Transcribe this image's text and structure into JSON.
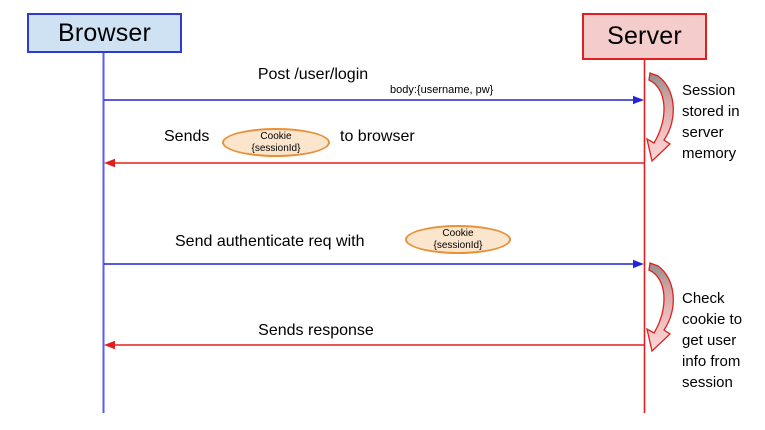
{
  "colors": {
    "text": "#000000",
    "blue-arrow": "#2424d6",
    "red-arrow": "#e01f1f",
    "browser-lifeline": "#5b5bef",
    "browser-box-fill": "#cfe2f3",
    "browser-box-border": "#2d3bcf",
    "server-box-fill": "#f4cccc",
    "server-box-border": "#e02020",
    "ellipse-fill": "#fce5cd",
    "ellipse-border": "#e69138"
  },
  "actors": {
    "browser": {
      "label": "Browser"
    },
    "server": {
      "label": "Server"
    }
  },
  "messages": {
    "login": {
      "label": "Post /user/login",
      "sublabel": "body:{username, pw}"
    },
    "send_cookie": {
      "prefix": "Sends",
      "suffix": "to browser",
      "cookie": {
        "line1": "Cookie",
        "line2": "{sessionId}"
      }
    },
    "authenticate": {
      "prefix": "Send authenticate req with",
      "cookie": {
        "line1": "Cookie",
        "line2": "{sessionId}"
      }
    },
    "response": {
      "label": "Sends response"
    }
  },
  "annotations": {
    "session_note": "Session stored in server memory",
    "check_note": "Check cookie to get user info from session"
  }
}
